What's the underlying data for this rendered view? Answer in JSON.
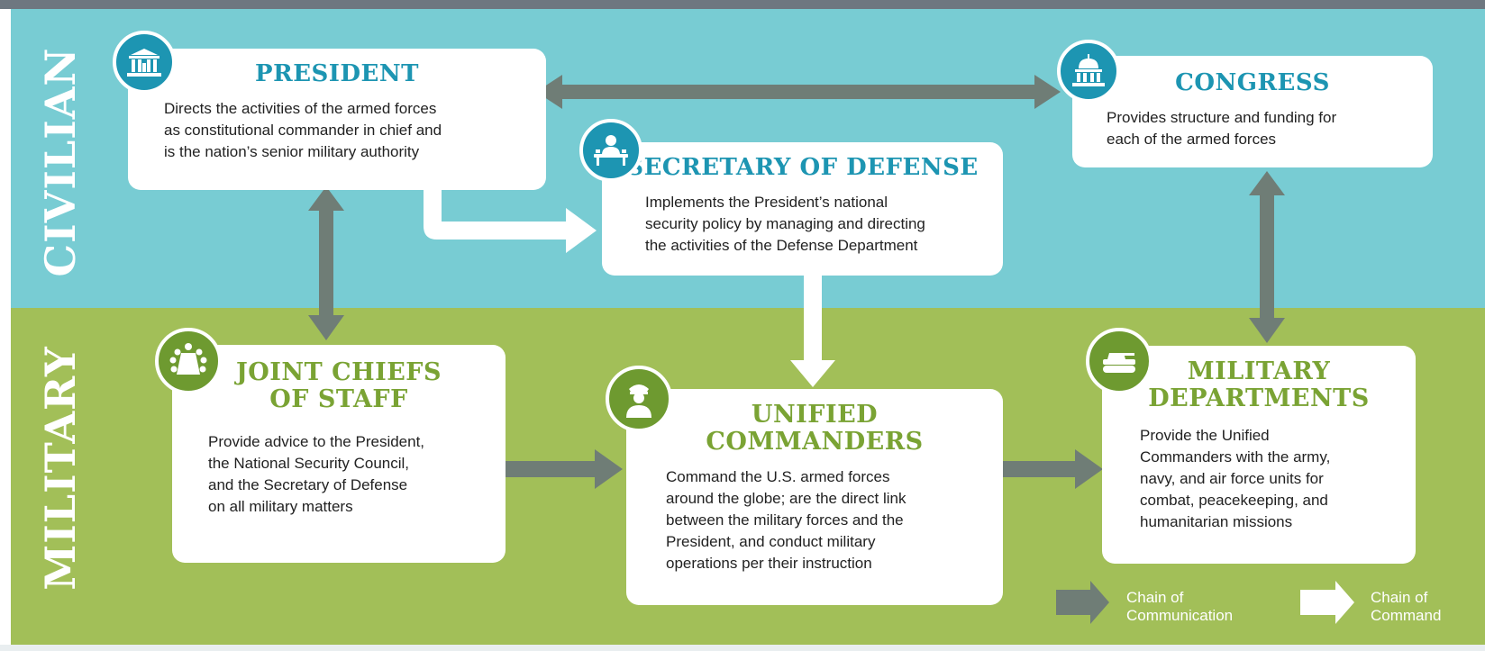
{
  "colors": {
    "civilian_band": "#78ccd3",
    "military_band": "#a2bf58",
    "communication_arrow": "#6f7d76",
    "command_arrow": "#ffffff",
    "civilian_title": "#1d95b2",
    "military_title": "#7aa334"
  },
  "bands": {
    "civilian": "CIVILIAN",
    "military": "MILITARY"
  },
  "president": {
    "icon": "white-house-icon",
    "title": "PRESIDENT",
    "lines": [
      "Directs the activities of the armed forces",
      "as constitutional commander in chief and",
      "is the nation’s senior military authority"
    ]
  },
  "congress": {
    "icon": "capitol-icon",
    "title": "CONGRESS",
    "lines": [
      "Provides structure and funding for",
      "each of the armed forces"
    ]
  },
  "secdef": {
    "icon": "person-at-desk-icon",
    "title": "SECRETARY OF DEFENSE",
    "lines": [
      "Implements the President’s national",
      "security policy by managing and directing",
      "the activities of the Defense Department"
    ]
  },
  "jcs": {
    "icon": "conference-table-icon",
    "title_lines": [
      "JOINT CHIEFS",
      "OF STAFF"
    ],
    "lines": [
      "Provide advice to the President,",
      "the National Security Council,",
      "and the Secretary of Defense",
      "on all military matters"
    ]
  },
  "unified": {
    "icon": "officer-icon",
    "title_lines": [
      "UNIFIED",
      "COMMANDERS"
    ],
    "lines": [
      "Command the U.S. armed forces",
      "around the globe; are the direct link",
      "between the military forces and the",
      "President, and conduct military",
      "operations per their instruction"
    ]
  },
  "depts": {
    "icon": "tank-icon",
    "title_lines": [
      "MILITARY",
      "DEPARTMENTS"
    ],
    "lines": [
      "Provide the Unified",
      "Commanders with the army,",
      "navy, and air force units for",
      "combat, peacekeeping, and",
      "humanitarian missions"
    ]
  },
  "legend": {
    "communication": [
      "Chain of",
      "Communication"
    ],
    "command": [
      "Chain of",
      "Command"
    ]
  }
}
